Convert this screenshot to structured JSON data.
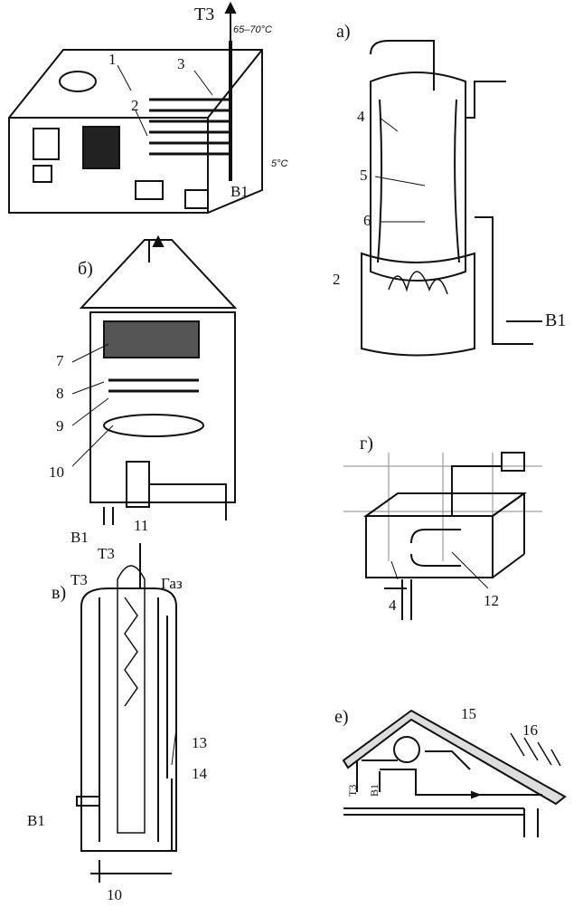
{
  "figure_1": {
    "supply_label": "Т3",
    "supply_temp": "65–70°C",
    "inlet_temp": "5°C",
    "inlet_label": "В1",
    "callouts": [
      "1",
      "2",
      "3"
    ]
  },
  "figure_a": {
    "letter": "а)",
    "callouts": [
      "4",
      "5",
      "6",
      "2"
    ],
    "inlet_label": "В1"
  },
  "figure_b": {
    "letter": "б)",
    "callouts": [
      "7",
      "8",
      "9",
      "10",
      "11"
    ],
    "inlet_label": "В1",
    "supply_label": "Т3"
  },
  "figure_g": {
    "letter": "г)",
    "callouts": [
      "4",
      "12"
    ]
  },
  "figure_v": {
    "letter": "в)",
    "supply_label": "Т3",
    "gas_label": "Газ",
    "callouts": [
      "13",
      "14",
      "10"
    ],
    "inlet_label": "В1"
  },
  "figure_e": {
    "letter": "е)",
    "callouts": [
      "15",
      "16"
    ],
    "supply_label": "Т3",
    "inlet_label": "В1"
  }
}
